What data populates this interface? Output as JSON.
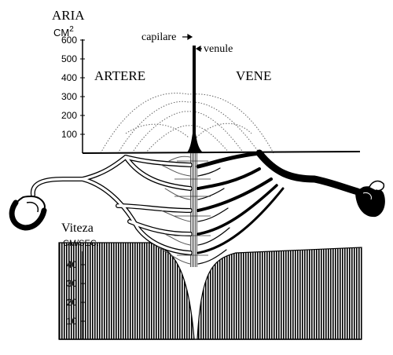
{
  "area_axis": {
    "title": "ARIA",
    "unit": "CM",
    "unit_exponent": "2",
    "ticks": [
      "600",
      "500",
      "400",
      "300",
      "200",
      "100"
    ],
    "tick_values": [
      600,
      500,
      400,
      300,
      200,
      100
    ]
  },
  "velocity_axis": {
    "title": "Viteza",
    "unit": "CM/SEC.",
    "ticks": [
      "40",
      "30",
      "20",
      "10"
    ],
    "tick_values": [
      40,
      30,
      20,
      10
    ]
  },
  "labels": {
    "artere": "ARTERE",
    "vene": "VENE",
    "capilare": "capilare",
    "venule": "venule"
  },
  "colors": {
    "ink": "#000000",
    "paper": "#ffffff",
    "vessel_gray": "#777777"
  }
}
